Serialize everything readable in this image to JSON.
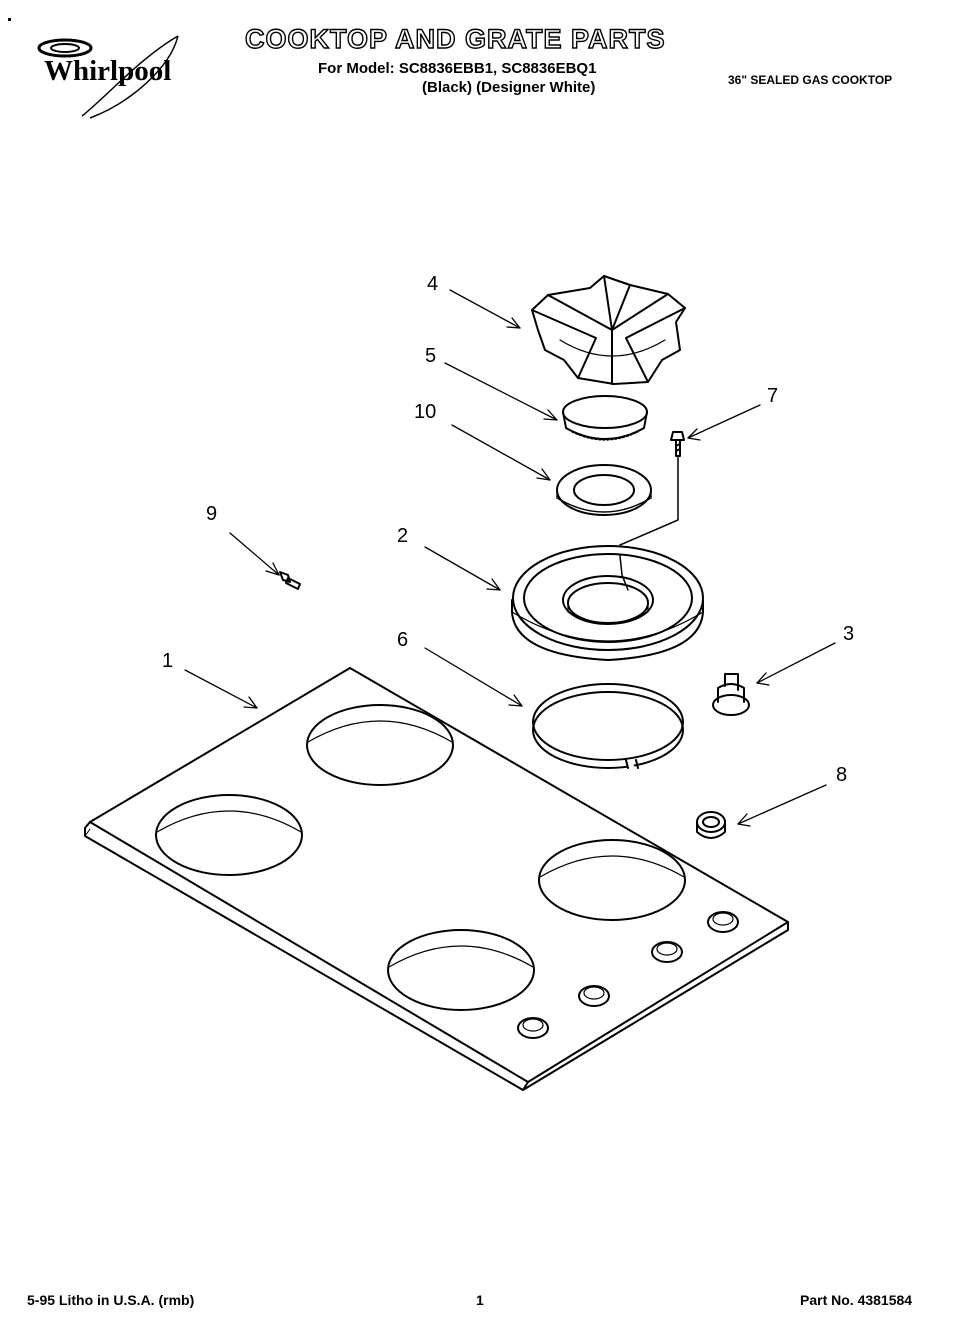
{
  "brand": "Whirlpool",
  "header": {
    "title": "COOKTOP AND GRATE PARTS",
    "model_line": "For Model: SC8836EBB1, SC8836EBQ1",
    "variants_line": "(Black) (Designer White)",
    "product_type": "36\" SEALED GAS COOKTOP"
  },
  "callouts": [
    "1",
    "2",
    "3",
    "4",
    "5",
    "6",
    "7",
    "8",
    "9",
    "10"
  ],
  "footer": {
    "litho": "5-95 Litho in U.S.A. (rmb)",
    "page_number": "1",
    "part_number": "Part No. 4381584"
  }
}
